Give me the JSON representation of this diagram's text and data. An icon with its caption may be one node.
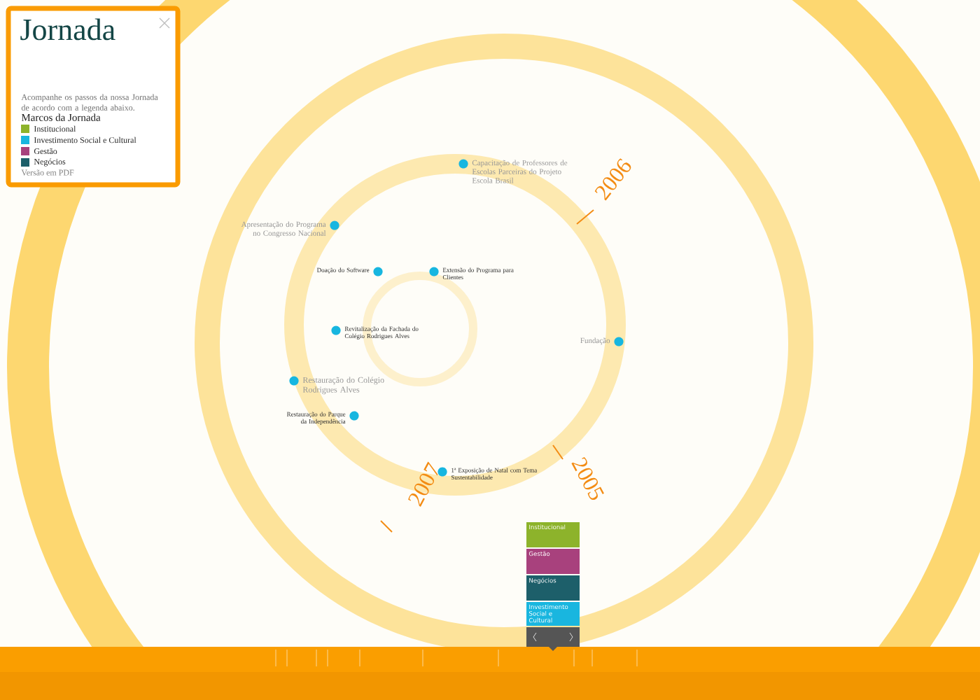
{
  "diagram": {
    "title": "Jornada",
    "labels": [
      "Acompanhe os passos da nossa Jornada de acordo com a legenda abaixo.",
      "Marcos da Jornada",
      "Versão em PDF",
      "Capacitação de Professores de Escolas Parceiras do Projeto Escola Brasil",
      "Apresentação do Programa no Congresso Nacional",
      "Doação do Software",
      "Extensão do Programa para Clientes",
      "Revitalização da Fachada do Colégio Rodrigues Alves",
      "Fundação",
      "Restauração do Colégio Rodrigues Alves",
      "Restauração do Parque da Independência",
      "1ª Exposição de Natal com Tema Sustentabilidade",
      "2006",
      "2005",
      "2007",
      "Institucional",
      "Gestão",
      "Negócios",
      "Investimento Social e Cultural"
    ],
    "legend": [
      {
        "text": "Institucional",
        "color": "#8db32b"
      },
      {
        "text": "Investimento Social e Cultural",
        "color": "#19b6df"
      },
      {
        "text": "Gestão",
        "color": "#a8417d"
      },
      {
        "text": "Negócios",
        "color": "#1d5f6a"
      }
    ]
  }
}
